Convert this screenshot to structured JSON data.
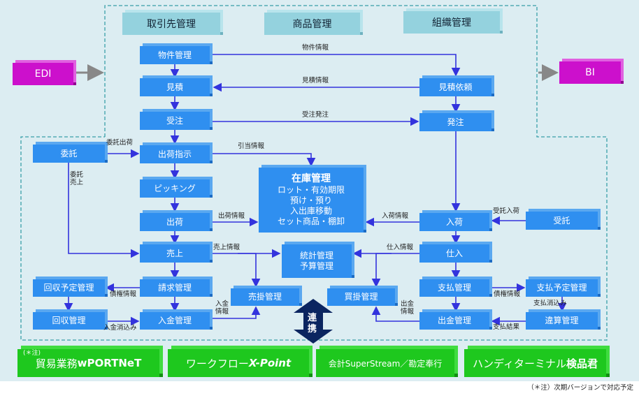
{
  "headers": [
    "取引先管理",
    "商品管理",
    "組織管理"
  ],
  "edi": "EDI",
  "bi": "BI",
  "boxes": {
    "bukken": "物件管理",
    "mitsumori": "見積",
    "juchu": "受注",
    "mitsumori_irai": "見積依頼",
    "hatchu": "発注",
    "itaku": "委託",
    "shukka_shiji": "出荷指示",
    "picking": "ピッキング",
    "shukka": "出荷",
    "nyuka": "入荷",
    "jutaku": "受託",
    "uriage": "売上",
    "shiire": "仕入",
    "kaishu_yotei": "回収予定管理",
    "seikyu": "請求管理",
    "urikake": "売掛管理",
    "kaikake": "買掛管理",
    "shiharai": "支払管理",
    "shiharai_yotei": "支払予定管理",
    "kaishu": "回収管理",
    "nyukin": "入金管理",
    "shukkin": "出金管理",
    "isan": "違算管理"
  },
  "zaiko": {
    "title": "在庫管理",
    "lines": [
      "ロット・有効期限",
      "預け・預り",
      "入出庫移動",
      "セット商品・棚卸"
    ]
  },
  "tokei": [
    "統計管理",
    "予算管理"
  ],
  "labels": {
    "bukken_info": "物件情報",
    "mitsumori_info": "見積情報",
    "juchu_hatchu": "受注発注",
    "itaku_shukka": "委託出荷",
    "hikiate": "引当情報",
    "itaku_uriage": "委託\n売上",
    "shukka_info": "出荷情報",
    "nyuka_info": "入荷情報",
    "jutaku_nyuka": "受託入荷",
    "uriage_info": "売上情報",
    "shiire_info": "仕入情報",
    "saiken": "債権情報",
    "saimu": "債権情報",
    "nyukin_info": "入金\n情報",
    "shukkin_info": "出金\n情報",
    "nyukin_keshikomi": "入金消込み",
    "shiharai_keshikomi": "支払消込み",
    "shiharai_kekka": "支払結果"
  },
  "renkei": "連\n携",
  "systems": [
    {
      "note": "(＊注)",
      "text": "貿易業務",
      "bold": "wPORTNeT"
    },
    {
      "text": "ワークフロー",
      "bold": "X-Point"
    },
    {
      "text": "会計SuperStream／勘定奉行"
    },
    {
      "text": "ハンディターミナル",
      "bold": "検品君"
    }
  ],
  "footnote": "（＊注）次期バージョンで対応予定"
}
